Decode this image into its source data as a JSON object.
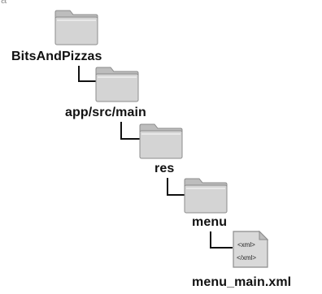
{
  "corner_mark": "a",
  "nodes": [
    {
      "label": "BitsAndPizzas",
      "icon": "folder-icon"
    },
    {
      "label": "app/src/main",
      "icon": "folder-icon"
    },
    {
      "label": "res",
      "icon": "folder-icon"
    },
    {
      "label": "menu",
      "icon": "folder-icon"
    },
    {
      "label": "menu_main.xml",
      "icon": "xml-file-icon"
    }
  ],
  "file_icon": {
    "line1": "<xml>",
    "line2": "</xml>"
  },
  "colors": {
    "folder_fill": "#d4d4d4",
    "folder_tab": "#bdbdbd",
    "folder_stroke": "#8c8c8c",
    "line": "#111111",
    "text": "#111111"
  }
}
